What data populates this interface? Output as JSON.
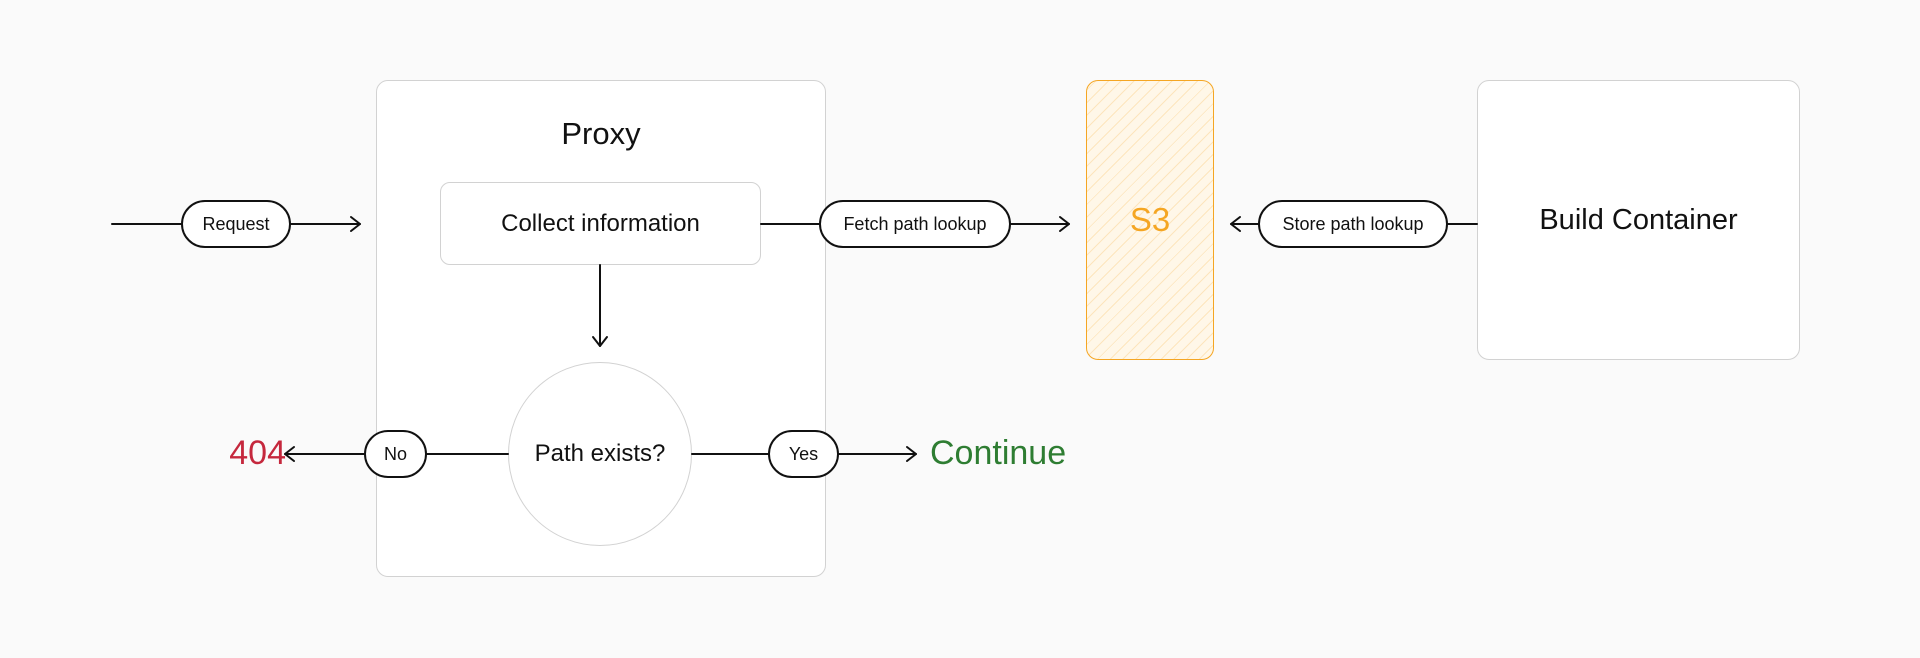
{
  "nodes": {
    "proxy_title": "Proxy",
    "collect_information": "Collect information",
    "path_exists": "Path exists?",
    "s3": "S3",
    "build_container": "Build Container"
  },
  "edges": {
    "request": "Request",
    "fetch_path_lookup": "Fetch path lookup",
    "store_path_lookup": "Store path lookup",
    "no": "No",
    "yes": "Yes"
  },
  "outcomes": {
    "not_found": "404",
    "continue": "Continue"
  },
  "colors": {
    "s3_accent": "#f5a623",
    "not_found": "#c5283d",
    "continue": "#2e7d32",
    "line": "#111111",
    "box_border": "#d2d2d2"
  }
}
